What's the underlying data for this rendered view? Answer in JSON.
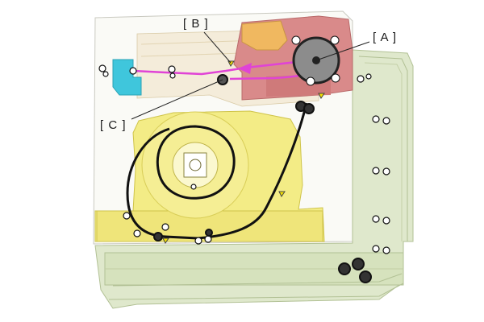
{
  "diagram": {
    "callouts": {
      "a": "[ A ]",
      "b": "[ B ]",
      "c": "[ C ]"
    },
    "colors": {
      "housing_green": "#dfe8cc",
      "paper_yellow": "#f3ec86",
      "fuser_red": "#d98a8a",
      "gear_orange": "#f0b860",
      "unit_cyan": "#3fc6dc",
      "path_magenta": "#e043d6",
      "line_dark": "#111111"
    }
  }
}
